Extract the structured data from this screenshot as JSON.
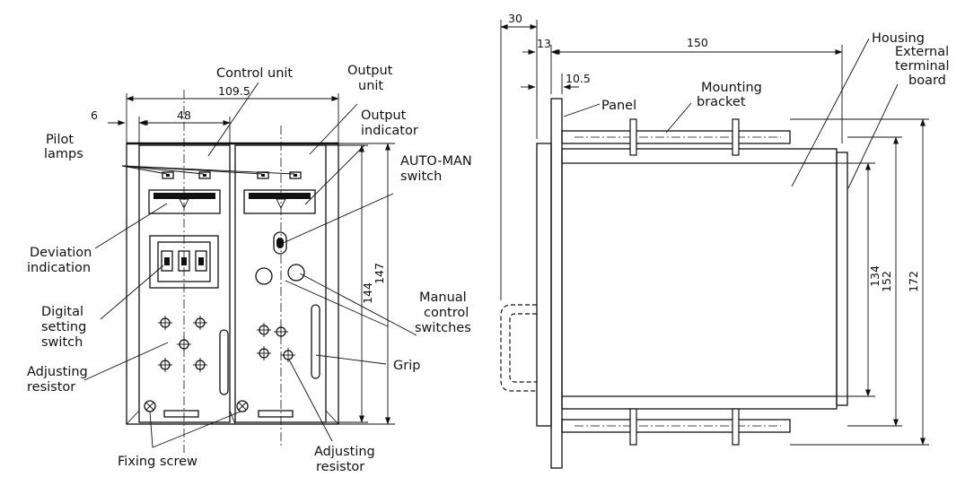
{
  "front_view": {
    "labels": {
      "control_unit": "Control  unit",
      "output_unit_1": "Output",
      "output_unit_2": "unit",
      "output_indicator_1": "Output",
      "output_indicator_2": "indicator",
      "pilot_lamps_1": "Pilot",
      "pilot_lamps_2": "lamps",
      "auto_man_1": "AUTO-MAN",
      "auto_man_2": "switch",
      "deviation_1": "Deviation",
      "deviation_2": "indication",
      "digital_1": "Digital",
      "digital_2": "setting",
      "digital_3": "switch",
      "adj_left_1": "Adjusting",
      "adj_left_2": "resistor",
      "manual_1": "Manual",
      "manual_2": "control",
      "manual_3": "switches",
      "grip": "Grip",
      "fixing_screw": "Fixing  screw",
      "adj_bottom_1": "Adjusting",
      "adj_bottom_2": "resistor"
    },
    "dimensions": {
      "overall_width": "109.5",
      "unit_width": "48",
      "offset": "6",
      "inner_height": "144",
      "outer_height": "147"
    }
  },
  "side_view": {
    "labels": {
      "housing": "Housing",
      "external_1": "External",
      "external_2": "terminal",
      "external_3": "board",
      "mounting_1": "Mounting",
      "mounting_2": "bracket",
      "panel": "Panel"
    },
    "dimensions": {
      "d30": "30",
      "d13": "13",
      "d150": "150",
      "d10_5": "10.5",
      "d134": "134",
      "d152": "152",
      "d172": "172"
    }
  }
}
